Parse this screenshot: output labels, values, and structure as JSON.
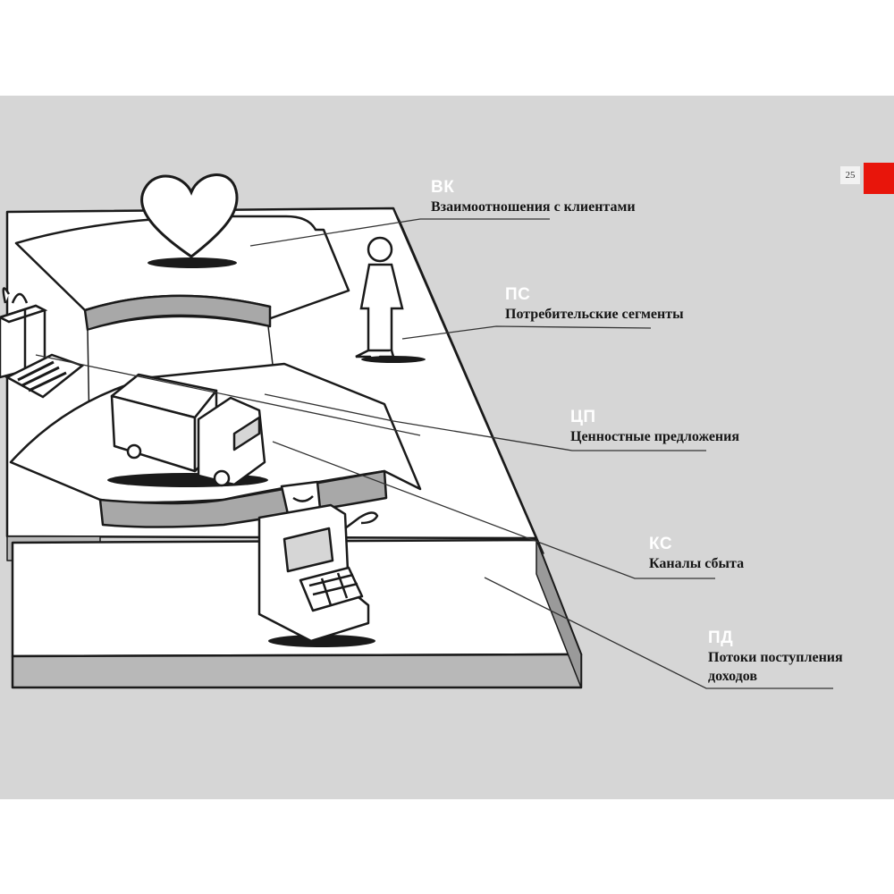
{
  "page": {
    "number": "25",
    "accent_color": "#e8150b"
  },
  "labels": [
    {
      "code": "ВК",
      "name": "Взаимоотношения с клиентами"
    },
    {
      "code": "ПС",
      "name": "Потребительские сегменты"
    },
    {
      "code": "ЦП",
      "name": "Ценностные предложения"
    },
    {
      "code": "КС",
      "name": "Каналы сбыта"
    },
    {
      "code": "ПД",
      "name": "Потоки поступления доходов"
    }
  ],
  "illustrations": [
    "heart-icon",
    "person-icon",
    "gift-icon",
    "keyboard-icon",
    "truck-icon",
    "cash-register-icon"
  ]
}
